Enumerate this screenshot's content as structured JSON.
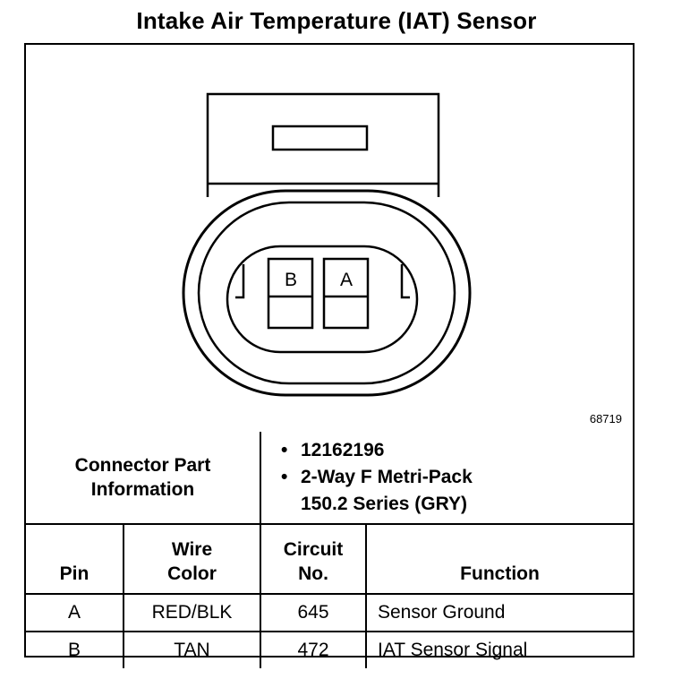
{
  "title": "Intake Air Temperature (IAT) Sensor",
  "figure_number": "68719",
  "connector": {
    "pin_labels": [
      "B",
      "A"
    ]
  },
  "part_info": {
    "label_line1": "Connector Part",
    "label_line2": "Information",
    "part_number": "12162196",
    "description_line1": "2-Way F Metri-Pack",
    "description_line2": "150.2 Series (GRY)"
  },
  "pin_table": {
    "headers": {
      "pin": "Pin",
      "wire_line1": "Wire",
      "wire_line2": "Color",
      "circuit_line1": "Circuit",
      "circuit_line2": "No.",
      "function": "Function"
    },
    "rows": [
      {
        "pin": "A",
        "wire_color": "RED/BLK",
        "circuit": "645",
        "function": "Sensor Ground"
      },
      {
        "pin": "B",
        "wire_color": "TAN",
        "circuit": "472",
        "function": "IAT Sensor Signal"
      }
    ]
  }
}
